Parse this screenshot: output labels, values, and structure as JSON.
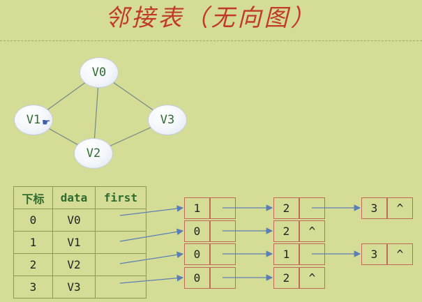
{
  "title": "邻接表（无向图）",
  "graph": {
    "nodes": [
      "V0",
      "V1",
      "V2",
      "V3"
    ],
    "edges": [
      [
        "V0",
        "V1"
      ],
      [
        "V0",
        "V2"
      ],
      [
        "V0",
        "V3"
      ],
      [
        "V1",
        "V2"
      ],
      [
        "V2",
        "V3"
      ]
    ]
  },
  "table": {
    "headers": [
      "下标",
      "data",
      "first"
    ],
    "rows": [
      {
        "index": "0",
        "data": "V0"
      },
      {
        "index": "1",
        "data": "V1"
      },
      {
        "index": "2",
        "data": "V2"
      },
      {
        "index": "3",
        "data": "V3"
      }
    ]
  },
  "lists": [
    [
      {
        "adjvex": "1",
        "next": ""
      },
      {
        "adjvex": "2",
        "next": ""
      },
      {
        "adjvex": "3",
        "next": "^"
      }
    ],
    [
      {
        "adjvex": "0",
        "next": ""
      },
      {
        "adjvex": "2",
        "next": "^"
      }
    ],
    [
      {
        "adjvex": "0",
        "next": ""
      },
      {
        "adjvex": "1",
        "next": ""
      },
      {
        "adjvex": "3",
        "next": "^"
      }
    ],
    [
      {
        "adjvex": "0",
        "next": ""
      },
      {
        "adjvex": "2",
        "next": "^"
      }
    ]
  ],
  "colors": {
    "background": "#d4dc95",
    "title": "#c0392b",
    "node_text": "#2f6b2f",
    "arrow": "#5b7fb5"
  }
}
